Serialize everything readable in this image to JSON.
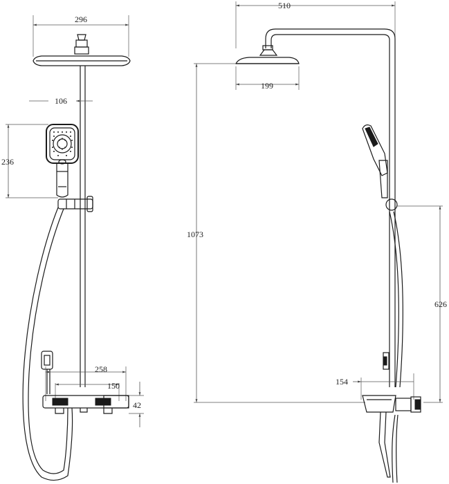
{
  "drawing": {
    "dimensions": {
      "head_width_front": "296",
      "hand_shower_width": "106",
      "hand_shower_height": "236",
      "mixer_span": "258",
      "mixer_centers": "150",
      "mixer_height": "42",
      "overall_reach": "510",
      "head_width_side": "199",
      "overall_height": "1073",
      "riser_height": "626",
      "spout_reach": "154"
    }
  }
}
